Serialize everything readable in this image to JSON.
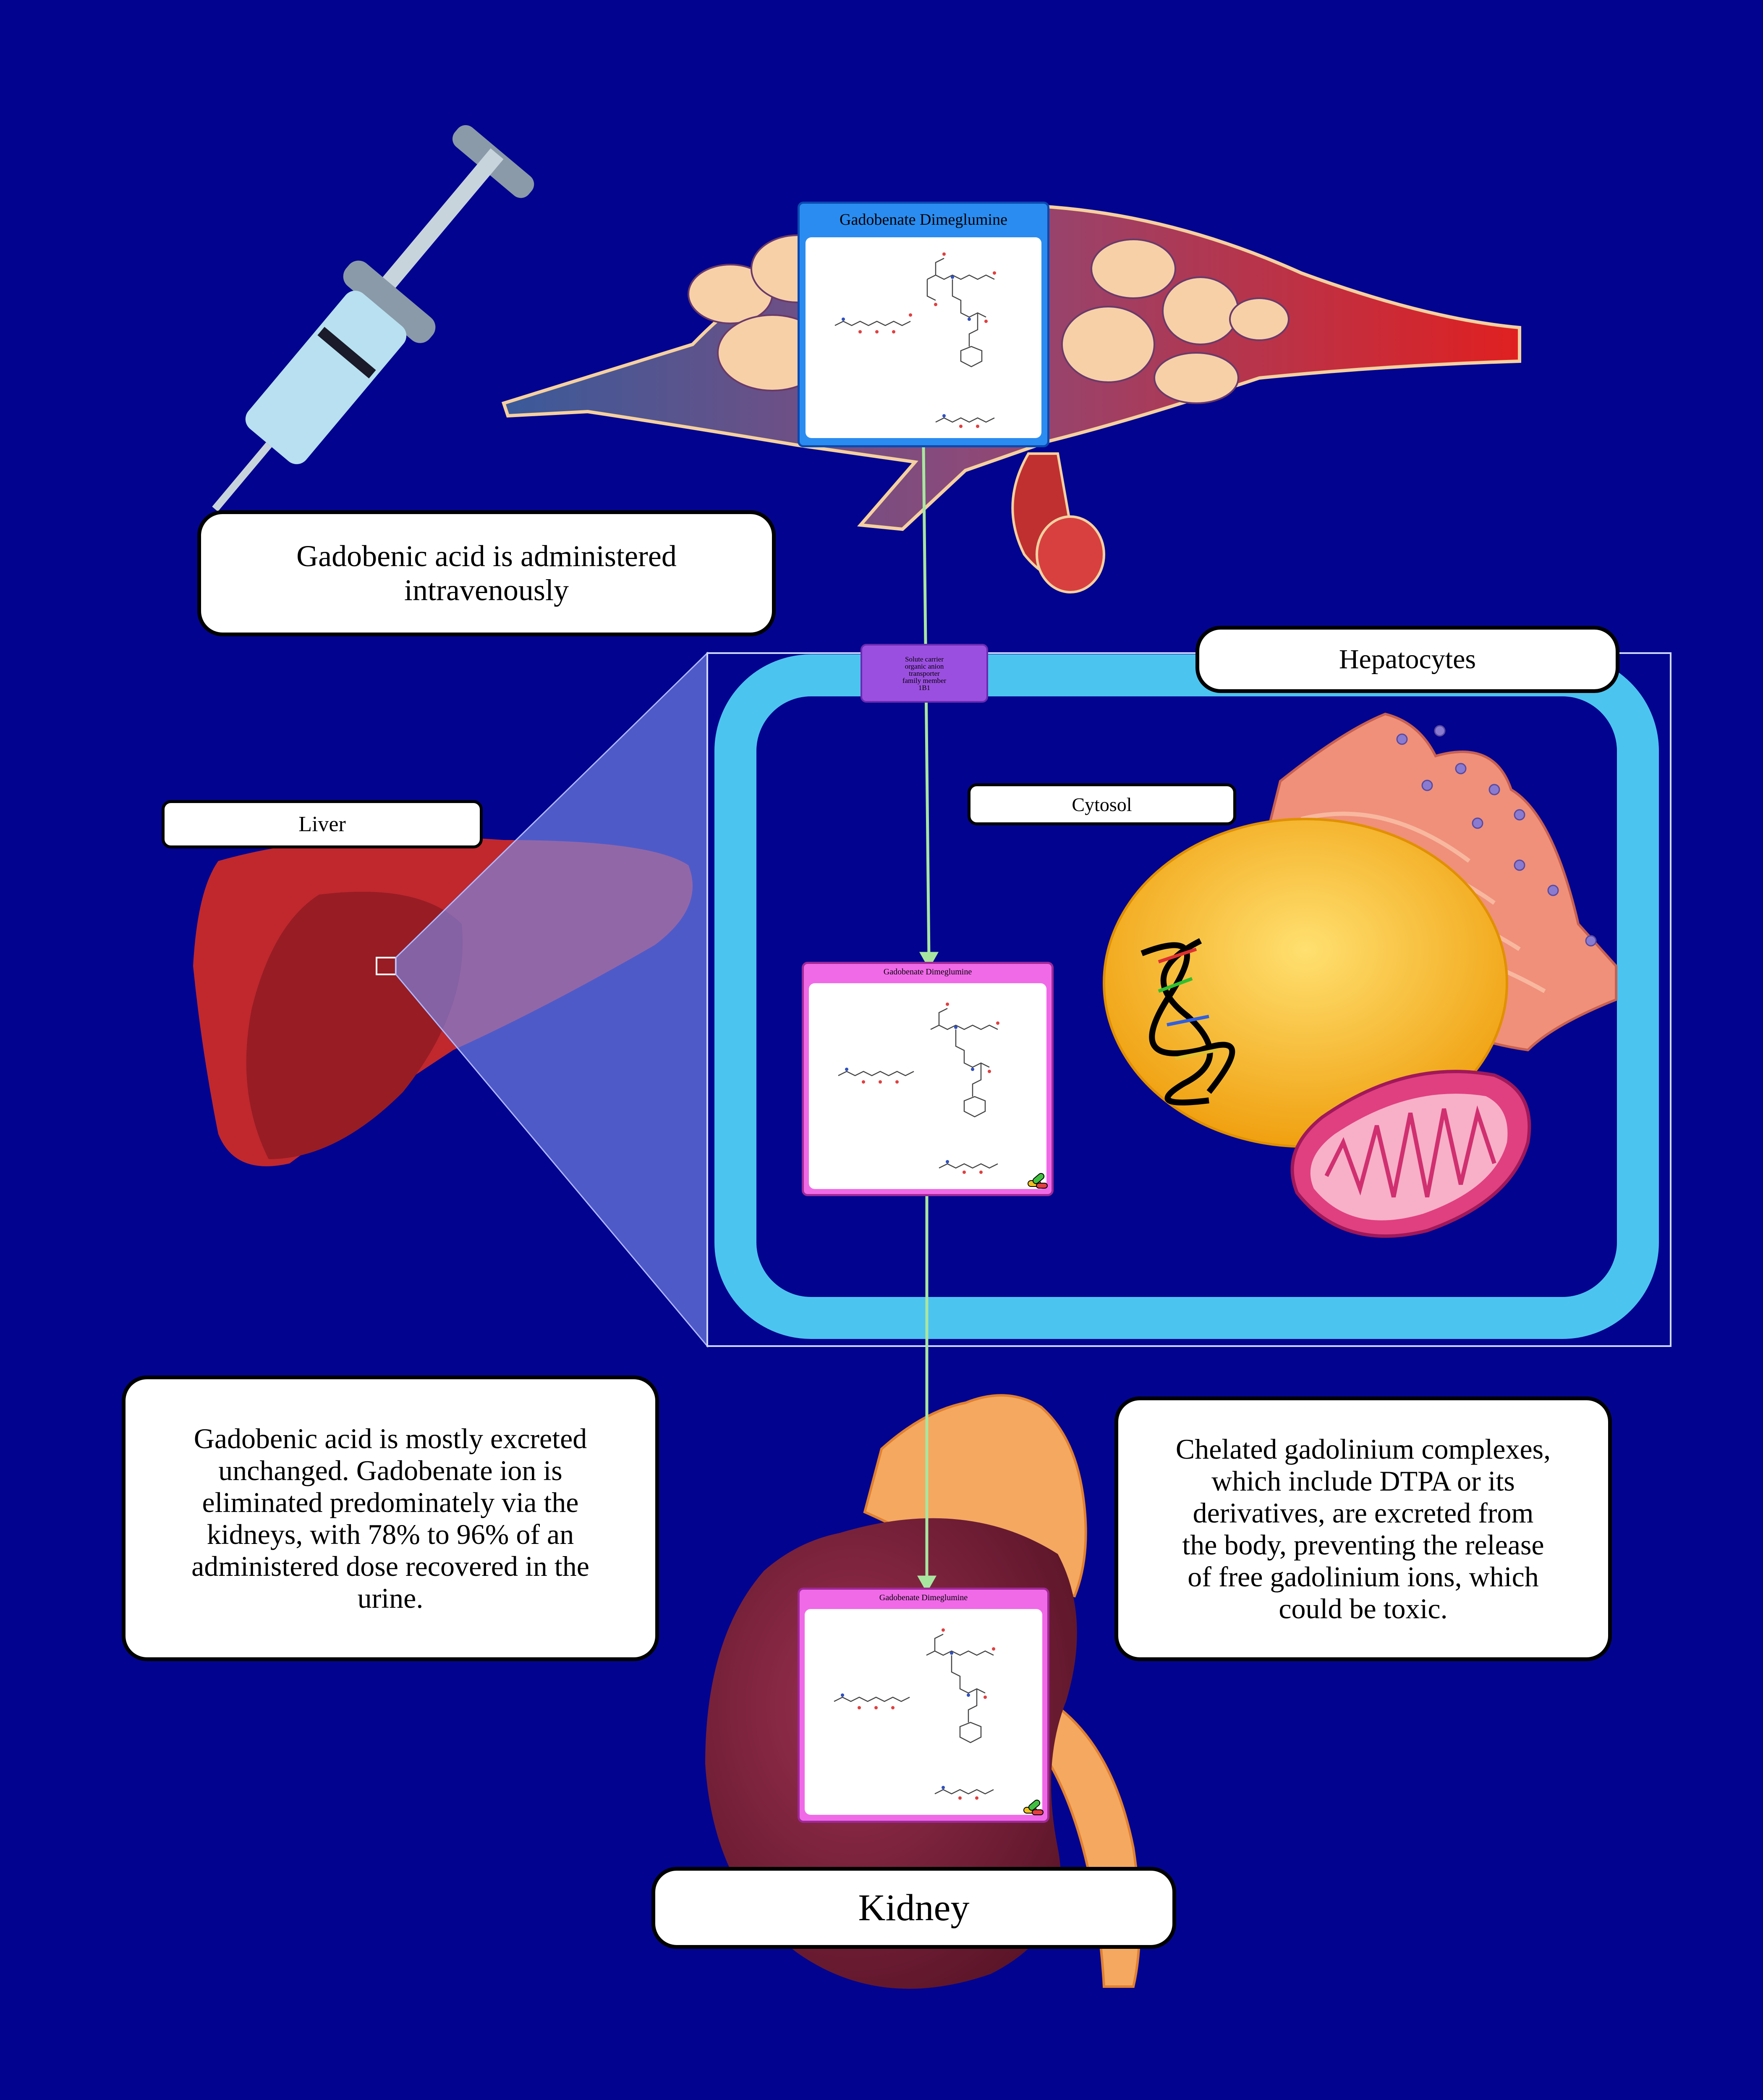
{
  "colors": {
    "background": "#02048f",
    "flow_arrow": "#a8e6a0",
    "cell_membrane": "#4cc4f0",
    "blood_card_header": "#2a8cf0",
    "cytosol_card_header": "#f06ae8",
    "transporter": "#9b4fe0",
    "liver": "#c0282e",
    "kidney": "#7a1e2e"
  },
  "blood_card": {
    "title": "Gadobenate Dimeglumine"
  },
  "cytosol_card": {
    "title": "Gadobenate Dimeglumine"
  },
  "kidney_card": {
    "title": "Gadobenate Dimeglumine"
  },
  "transporter": {
    "lines": [
      "Solute carrier",
      "organic anion",
      "transporter",
      "family member",
      "1B1"
    ]
  },
  "labels": {
    "administered": "Gadobenic acid is administered intravenously",
    "hepatocytes": "Hepatocytes",
    "liver": "Liver",
    "cytosol": "Cytosol",
    "excretion": "Gadobenic acid is mostly excreted unchanged. Gadobenate ion is eliminated predominately via the kidneys, with 78% to 96% of an administered dose recovered in the urine.",
    "chelated": "Chelated gadolinium complexes, which include DTPA or its derivatives, are excreted from the body, preventing the release of free gadolinium ions, which could be toxic.",
    "kidney": "Kidney"
  }
}
